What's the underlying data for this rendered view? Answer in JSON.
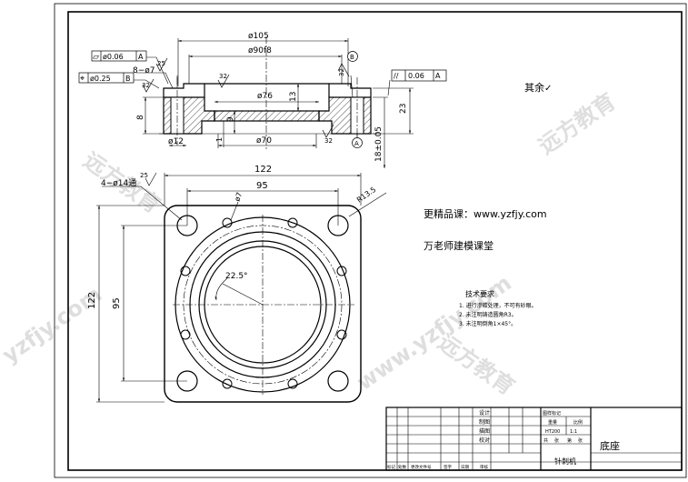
{
  "section_view": {
    "flatness_frame": {
      "symbol": "▱",
      "value": "0.06",
      "datum": "A"
    },
    "position_frame": {
      "symbol": "⌖",
      "value": "0.25",
      "datum": "B"
    },
    "parallel_frame": {
      "symbol": "//",
      "value": "0.06",
      "datum": "A"
    },
    "dims": {
      "d105": "ø105",
      "d90": "ø90f8",
      "d76": "ø76",
      "d70": "ø70",
      "d12": "ø12",
      "holes": "8−ø7",
      "h8": "8",
      "h13": "13",
      "h9": "9",
      "h1": "1",
      "h23": "23",
      "h18": "18±0.05"
    },
    "roughness": {
      "r25": "25",
      "r32a": "32",
      "r32b": "32",
      "r32c": "32",
      "r32d": "32"
    },
    "datum_a": "A",
    "datum_b": "B"
  },
  "plan_view": {
    "w122": "122",
    "w95": "95",
    "h122": "122",
    "h95": "95",
    "holes_note": "4−ø14通",
    "rough25": "25",
    "d7": "ø7",
    "r135": "R13.5",
    "angle": "22.5°"
  },
  "notes": {
    "rest_rough": "其余",
    "promo1": "更精品课：www.yzfjy.com",
    "promo2": "万老师建模课堂",
    "tech_title": "技术要求",
    "tech_items": [
      "1. 进行渗碳处理，不可有砂眼。",
      "2. 未注明铸造圆角R3。",
      "3. 未注明倒角1×45°。"
    ]
  },
  "title_block": {
    "part_name": "底座",
    "subtitle": "针刺机",
    "r_design": "设计",
    "r_draw": "制图",
    "r_check": "描图",
    "r_review": "校对",
    "mark": "图样标记",
    "weight_label": "重量",
    "ratio_label": "比例",
    "material": "HT200",
    "ratio": "1:1",
    "sheet_a": "共",
    "sheet_b": "张",
    "sheet_c": "第",
    "sheet_d": "张",
    "col_mark": "标记",
    "col_count": "处数",
    "col_doc": "更改文件号",
    "col_sign": "签字",
    "col_date": "日期",
    "stamp": "审核"
  },
  "watermarks": [
    "远方教育",
    "远方教育",
    "远方教育",
    "www.yzfjy.com",
    "yzfjy.com"
  ]
}
